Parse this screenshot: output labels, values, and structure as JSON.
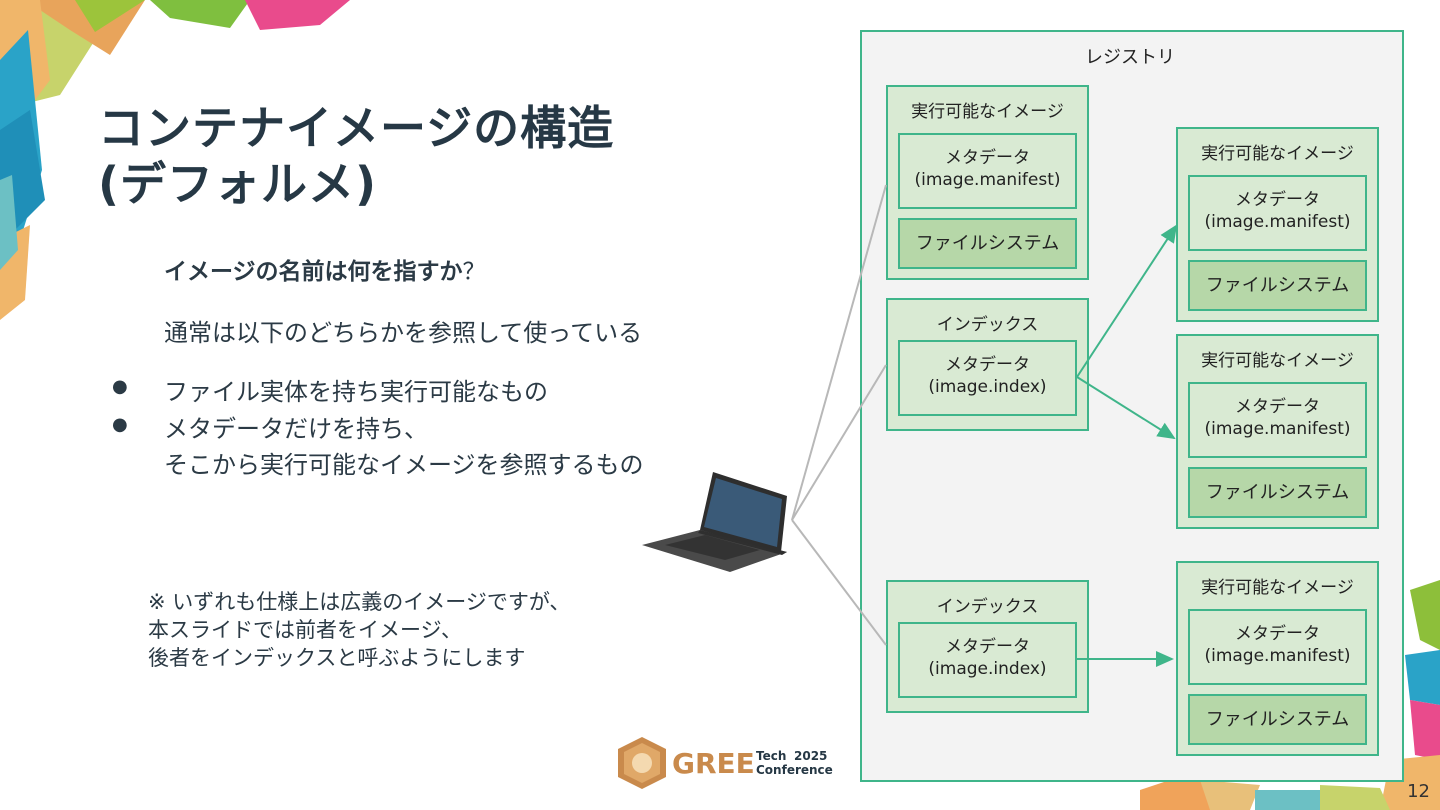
{
  "title": {
    "line1": "コンテナイメージの構造",
    "line2": "(デフォルメ)"
  },
  "question": {
    "bold": "イメージの名前は何を指すか",
    "mark": "？"
  },
  "intro": "通常は以下のどちらかを参照して使っている",
  "bullets": [
    {
      "mark": "●",
      "lines": [
        "ファイル実体を持ち実行可能なもの"
      ]
    },
    {
      "mark": "●",
      "lines": [
        "メタデータだけを持ち、",
        "そこから実行可能なイメージを参照するもの"
      ]
    }
  ],
  "note": [
    "※ いずれも仕様上は広義のイメージですが、",
    "本スライドでは前者をイメージ、",
    "後者をインデックスと呼ぶようにします"
  ],
  "diagram": {
    "registry_label": "レジストリ",
    "executable_image_label": "実行可能なイメージ",
    "index_label": "インデックス",
    "metadata_label": "メタデータ",
    "manifest_file": "(image.manifest)",
    "index_file": "(image.index)",
    "filesystem_label": "ファイルシステム"
  },
  "logo": {
    "brand": "GREE",
    "sub1": "Tech",
    "year": "2025",
    "sub2": "Conference"
  },
  "page_number": "12",
  "colors": {
    "border": "#3fb58a",
    "box_fill": "#d9ead3",
    "fs_fill": "#b6d7a8",
    "registry_fill": "#f3f3f3",
    "title": "#263845"
  }
}
